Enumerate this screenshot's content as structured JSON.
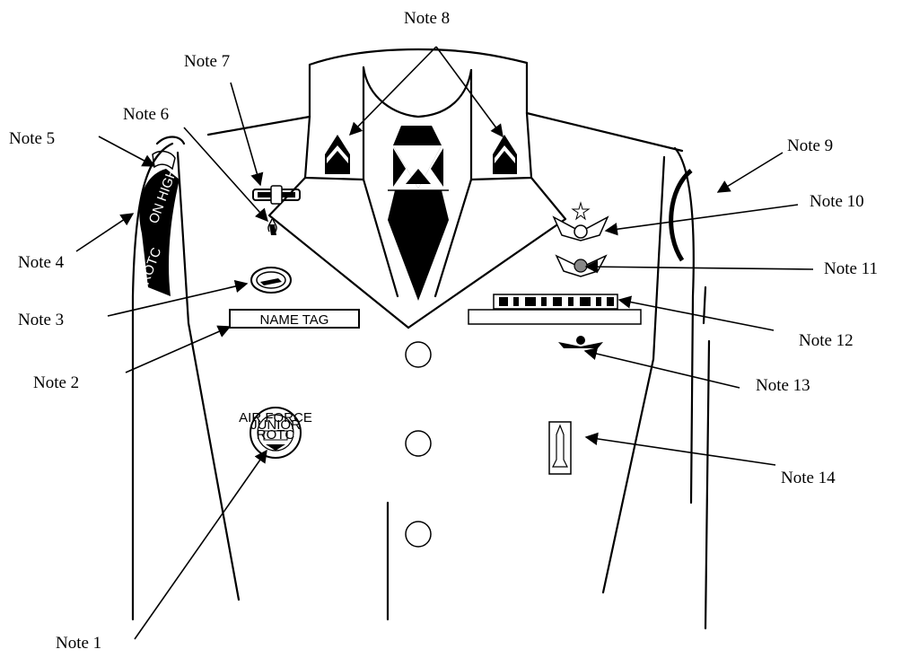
{
  "notes": [
    {
      "id": "note-1",
      "label": "Note 1"
    },
    {
      "id": "note-2",
      "label": "Note 2"
    },
    {
      "id": "note-3",
      "label": "Note 3"
    },
    {
      "id": "note-4",
      "label": "Note 4"
    },
    {
      "id": "note-5",
      "label": "Note 5"
    },
    {
      "id": "note-6",
      "label": "Note 6"
    },
    {
      "id": "note-7",
      "label": "Note 7"
    },
    {
      "id": "note-8",
      "label": "Note 8"
    },
    {
      "id": "note-9",
      "label": "Note 9"
    },
    {
      "id": "note-10",
      "label": "Note 10"
    },
    {
      "id": "note-11",
      "label": "Note 11"
    },
    {
      "id": "note-12",
      "label": "Note 12"
    },
    {
      "id": "note-13",
      "label": "Note 13"
    },
    {
      "id": "note-14",
      "label": "Note 14"
    }
  ],
  "name_tag": "NAME TAG",
  "shoulder_patch": {
    "top_text": "ON HIGH",
    "bottom_text": "ROTC"
  },
  "rotc_badge": {
    "top_text": "AIR FORCE",
    "center_text": "ROTC",
    "small_text": "JUNIOR"
  },
  "icons": [
    "chevron-icon",
    "rocket-icon",
    "wings-icon",
    "torch-icon"
  ]
}
